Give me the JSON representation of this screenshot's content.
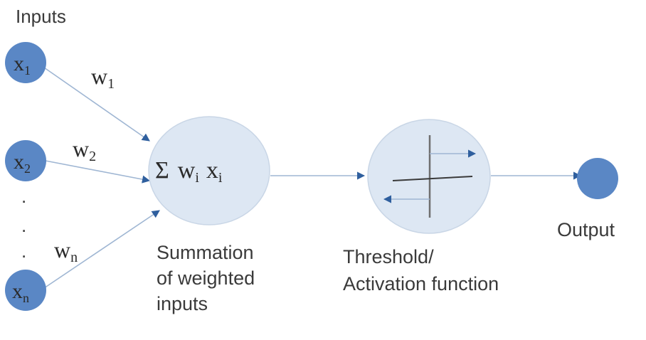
{
  "inputs_title": "Inputs",
  "inputs": [
    {
      "var": "x",
      "sub": "1",
      "weight": "w",
      "weight_sub": "1"
    },
    {
      "var": "x",
      "sub": "2",
      "weight": "w",
      "weight_sub": "2"
    },
    {
      "var": "x",
      "sub": "n",
      "weight": "w",
      "weight_sub": "n"
    }
  ],
  "ellipsis": ".",
  "summation": {
    "sigma": "Σ",
    "term_w": "w",
    "term_w_sub": "i",
    "term_x": "x",
    "term_x_sub": "i",
    "caption": [
      "Summation",
      "of weighted",
      "inputs"
    ]
  },
  "activation": {
    "caption": [
      "Threshold/",
      "Activation function"
    ]
  },
  "output_label": "Output",
  "colors": {
    "input_node": "#5a87c5",
    "big_node_fill": "#dde7f3",
    "big_node_stroke": "#c9d6e6",
    "edge": "#9fb6d3",
    "arrowhead": "#2f5f9e",
    "output_node": "#5a87c5"
  }
}
